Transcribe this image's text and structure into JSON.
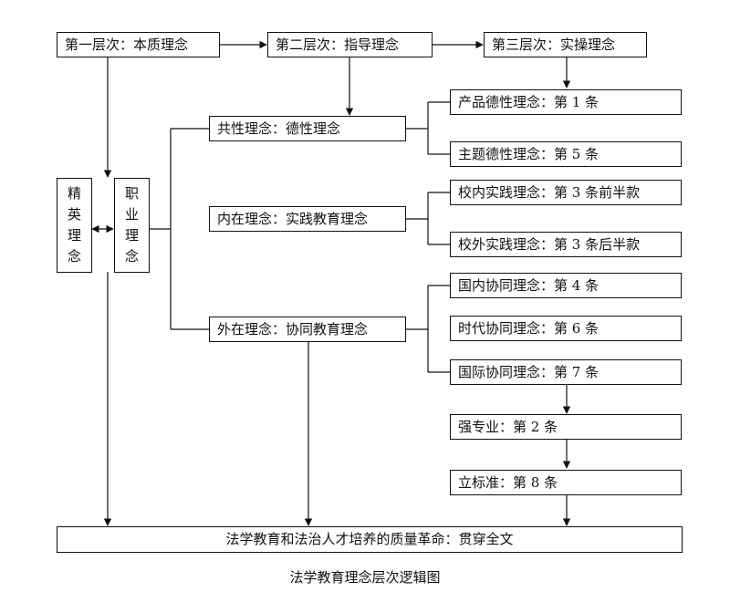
{
  "level1": "第一层次：本质理念",
  "level2": "第二层次：指导理念",
  "level3": "第三层次：实操理念",
  "elite": [
    "精",
    "英",
    "理",
    "念"
  ],
  "professional": [
    "职",
    "业",
    "理",
    "念"
  ],
  "common": "共性理念：德性理念",
  "internal": "内在理念：实践教育理念",
  "external": "外在理念：协同教育理念",
  "items": {
    "product_ethics": "产品德性理念：第 1 条",
    "subject_ethics": "主题德性理念：第 5 条",
    "in_school": "校内实践理念：第 3 条前半款",
    "out_school": "校外实践理念：第 3 条后半款",
    "domestic": "国内协同理念：第 4 条",
    "era": "时代协同理念：第 6 条",
    "international": "国际协同理念：第 7 条",
    "strong_major": "强专业：第 2 条",
    "standard": "立标准：第 8 条"
  },
  "bottom": "法学教育和法治人才培养的质量革命：贯穿全文",
  "caption": "法学教育理念层次逻辑图"
}
